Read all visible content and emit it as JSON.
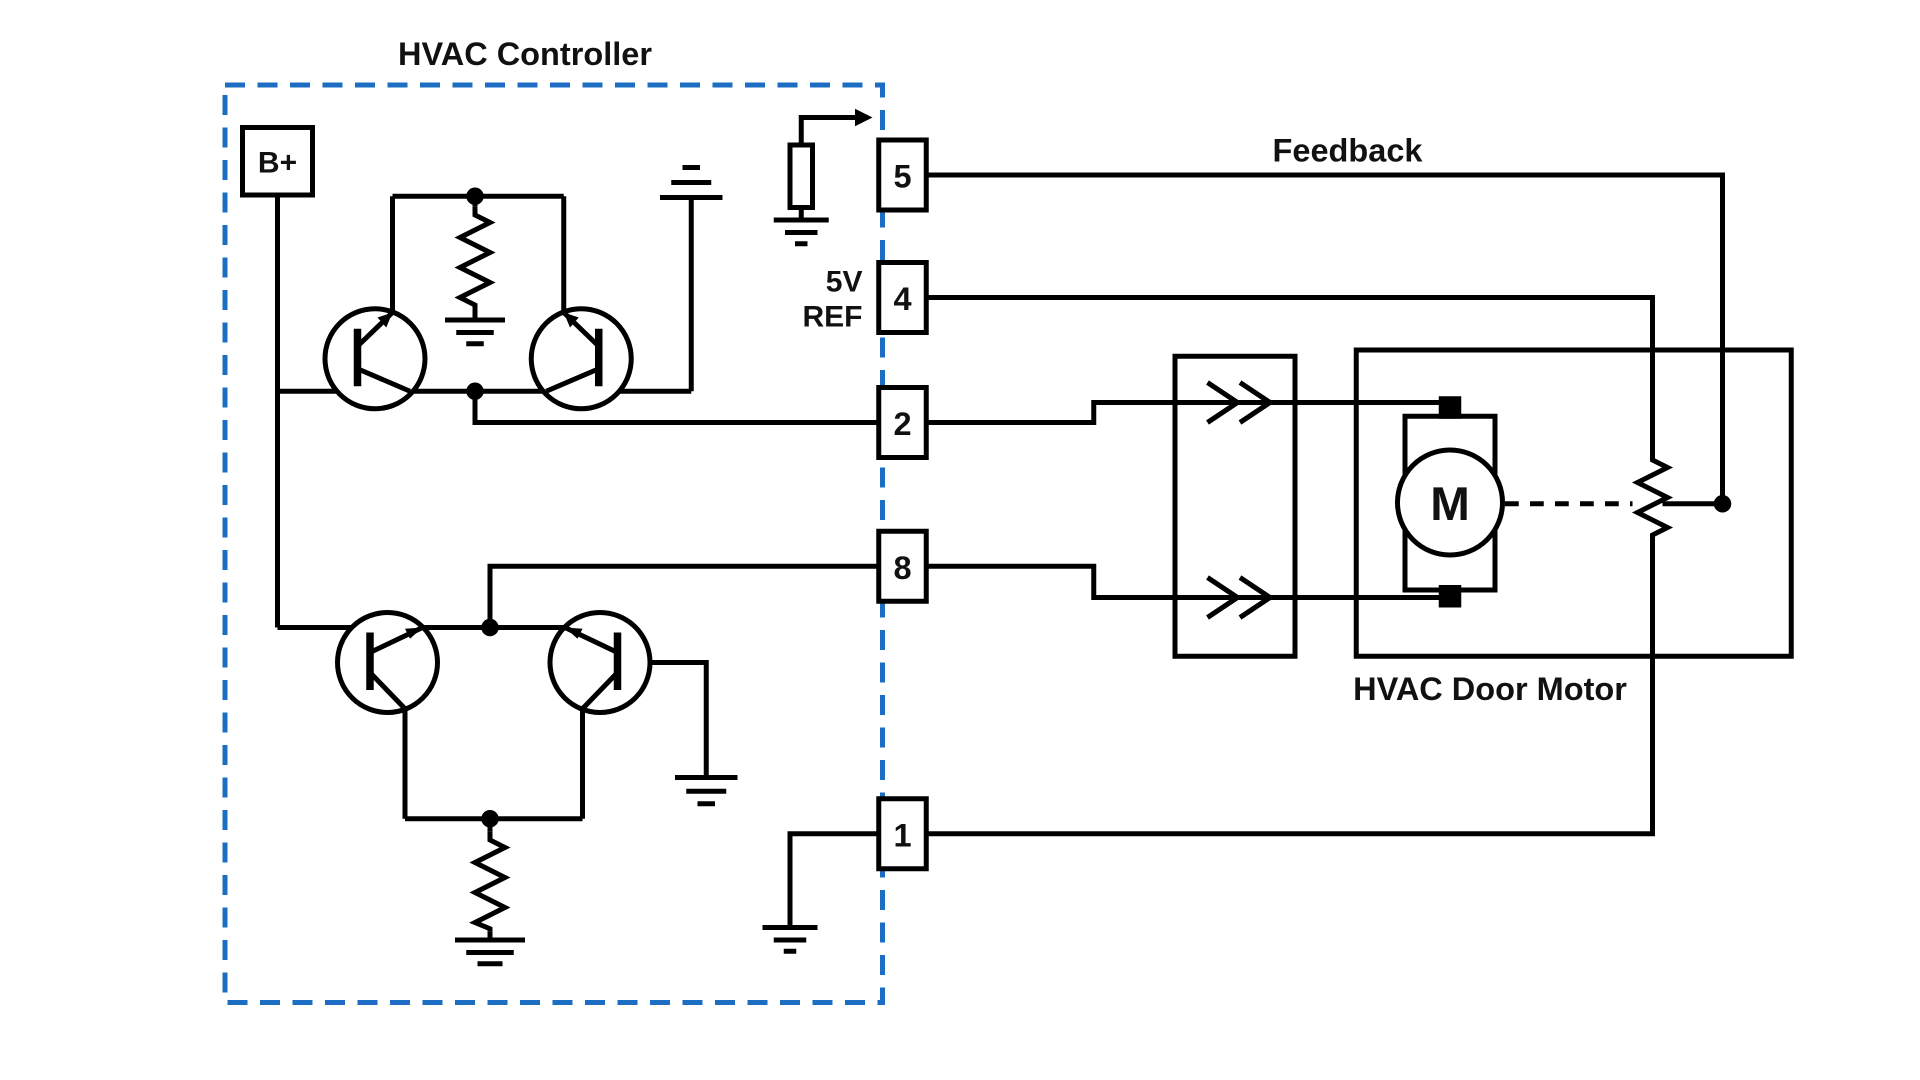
{
  "diagram": {
    "title": "HVAC Controller",
    "battery_label": "B+",
    "ref_label": {
      "line1": "5V",
      "line2": "REF"
    },
    "feedback_label": "Feedback",
    "motor": {
      "letter": "M",
      "label": "HVAC Door Motor"
    },
    "pins": [
      {
        "number": "5"
      },
      {
        "number": "4"
      },
      {
        "number": "2"
      },
      {
        "number": "8"
      },
      {
        "number": "1"
      }
    ],
    "colors": {
      "wire": "#000000",
      "controller_border": "#1b6ec2",
      "background": "#ffffff",
      "text": "#111111"
    }
  }
}
